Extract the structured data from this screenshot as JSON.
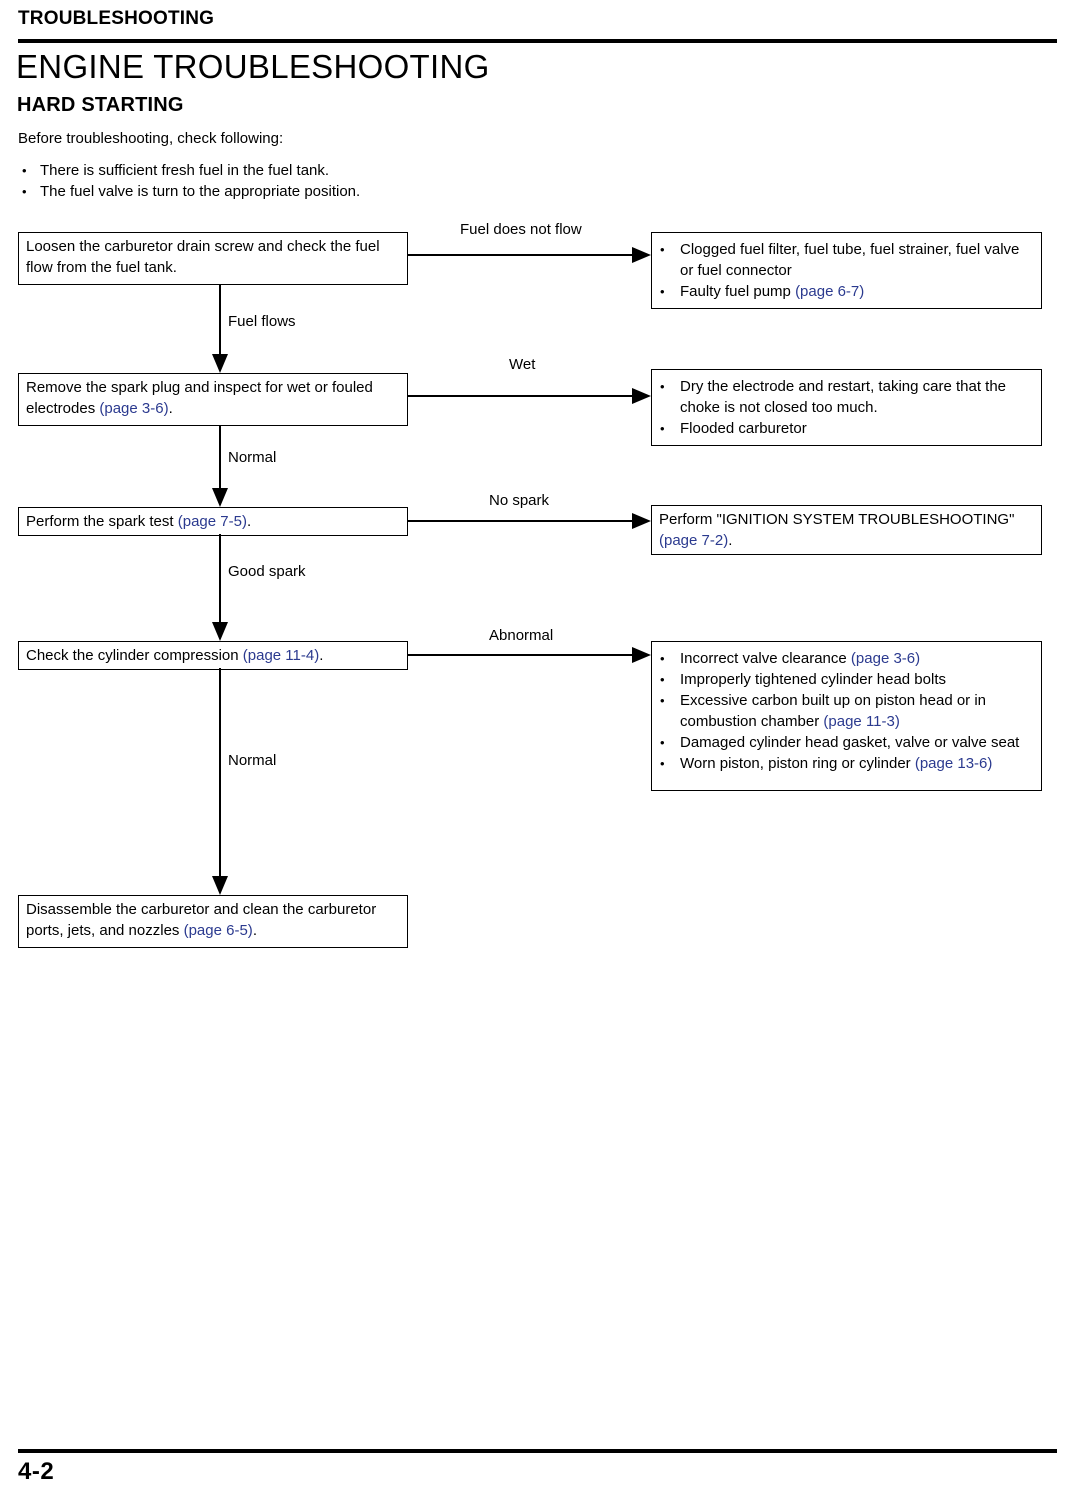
{
  "header": {
    "running_head": "TROUBLESHOOTING",
    "chapter_title": "ENGINE TROUBLESHOOTING",
    "section_title": "HARD STARTING",
    "intro": "Before troubleshooting, check following:",
    "checklist": [
      {
        "mark": "•",
        "text": "There is sufficient fresh fuel in the fuel tank."
      },
      {
        "mark": "•",
        "text": "The fuel valve is turn to the appropriate position."
      }
    ]
  },
  "flow": {
    "steps": [
      {
        "id": "step-fuel-flow",
        "text_parts": [
          {
            "text": "Loosen the carburetor drain screw and check the fuel flow from the fuel tank.",
            "style": "plain"
          }
        ],
        "branch_label": "Fuel does not flow",
        "next_label": "Fuel flows"
      },
      {
        "id": "step-spark-plug",
        "text_parts": [
          {
            "text": "Remove the spark plug and inspect for wet or fouled electrodes ",
            "style": "plain"
          },
          {
            "text": "(page 3-6)",
            "style": "link"
          },
          {
            "text": ".",
            "style": "plain"
          }
        ],
        "branch_label": "Wet",
        "next_label": "Normal"
      },
      {
        "id": "step-spark-test",
        "text_parts": [
          {
            "text": "Perform the spark test ",
            "style": "plain"
          },
          {
            "text": "(page 7-5)",
            "style": "link"
          },
          {
            "text": ".",
            "style": "plain"
          }
        ],
        "branch_label": "No spark",
        "next_label": "Good spark"
      },
      {
        "id": "step-compression",
        "text_parts": [
          {
            "text": "Check the cylinder compression ",
            "style": "plain"
          },
          {
            "text": "(page 11-4)",
            "style": "link"
          },
          {
            "text": ".",
            "style": "plain"
          }
        ],
        "branch_label": "Abnormal",
        "next_label": "Normal"
      },
      {
        "id": "step-disassemble-carb",
        "text_parts": [
          {
            "text": "Disassemble the carburetor and clean the carburetor ports, jets, and nozzles ",
            "style": "plain"
          },
          {
            "text": "(page 6-5)",
            "style": "link"
          },
          {
            "text": ".",
            "style": "plain"
          }
        ],
        "branch_label": null,
        "next_label": null
      }
    ],
    "causes": [
      {
        "id": "cause-fuel-blockage",
        "bulleted": true,
        "items": [
          [
            {
              "text": "Clogged fuel filter, fuel tube, fuel strainer, fuel valve or fuel connector",
              "style": "plain"
            }
          ],
          [
            {
              "text": "Faulty fuel pump ",
              "style": "plain"
            },
            {
              "text": "(page 6-7)",
              "style": "link"
            }
          ]
        ]
      },
      {
        "id": "cause-wet-plug",
        "bulleted": true,
        "items": [
          [
            {
              "text": "Dry the electrode and restart, taking care that the choke is not closed too much.",
              "style": "plain"
            }
          ],
          [
            {
              "text": "Flooded carburetor",
              "style": "plain"
            }
          ]
        ]
      },
      {
        "id": "cause-ignition-system",
        "bulleted": false,
        "items": [
          [
            {
              "text": "Perform \"IGNITION SYSTEM TROUBLESHOOTING\" ",
              "style": "plain"
            },
            {
              "text": "(page 7-2)",
              "style": "link"
            },
            {
              "text": ".",
              "style": "plain"
            }
          ]
        ]
      },
      {
        "id": "cause-low-compression",
        "bulleted": true,
        "items": [
          [
            {
              "text": "Incorrect valve clearance ",
              "style": "plain"
            },
            {
              "text": "(page 3-6)",
              "style": "link"
            }
          ],
          [
            {
              "text": "Improperly tightened cylinder head bolts",
              "style": "plain"
            }
          ],
          [
            {
              "text": "Excessive carbon built up on piston head or in combustion chamber ",
              "style": "plain"
            },
            {
              "text": "(page 11-3)",
              "style": "link"
            }
          ],
          [
            {
              "text": "Damaged cylinder head gasket, valve or valve seat",
              "style": "plain"
            }
          ],
          [
            {
              "text": "Worn piston, piston ring or cylinder ",
              "style": "plain"
            },
            {
              "text": "(page 13-6)",
              "style": "link"
            }
          ]
        ]
      }
    ],
    "bullet_mark": "•"
  },
  "footer": {
    "page_number": "4-2"
  },
  "colors": {
    "link": "#2b3a8f",
    "rule": "#000000",
    "background": "#ffffff"
  }
}
